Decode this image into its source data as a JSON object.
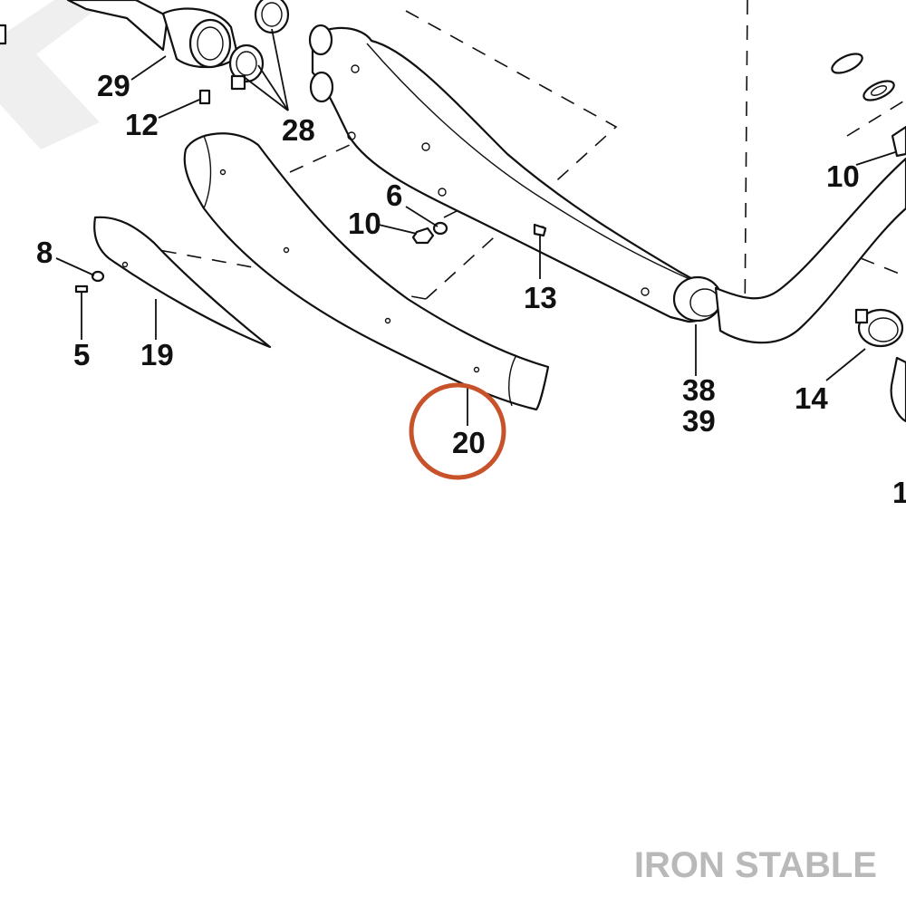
{
  "callouts": {
    "c29": "29",
    "c12": "12",
    "c28": "28",
    "c6": "6",
    "c10_mid": "10",
    "c10_right": "10",
    "c8": "8",
    "c5": "5",
    "c19": "19",
    "c13": "13",
    "c20": "20",
    "c38": "38",
    "c39": "39",
    "c14": "14",
    "c1_partial": "1"
  },
  "watermark": "IRON STABLE",
  "colors": {
    "highlight_ring": "#c8532b",
    "line": "#111111",
    "watermark": "#b9b9b9",
    "ghost": "#efefef"
  },
  "highlighted_callout": "20"
}
